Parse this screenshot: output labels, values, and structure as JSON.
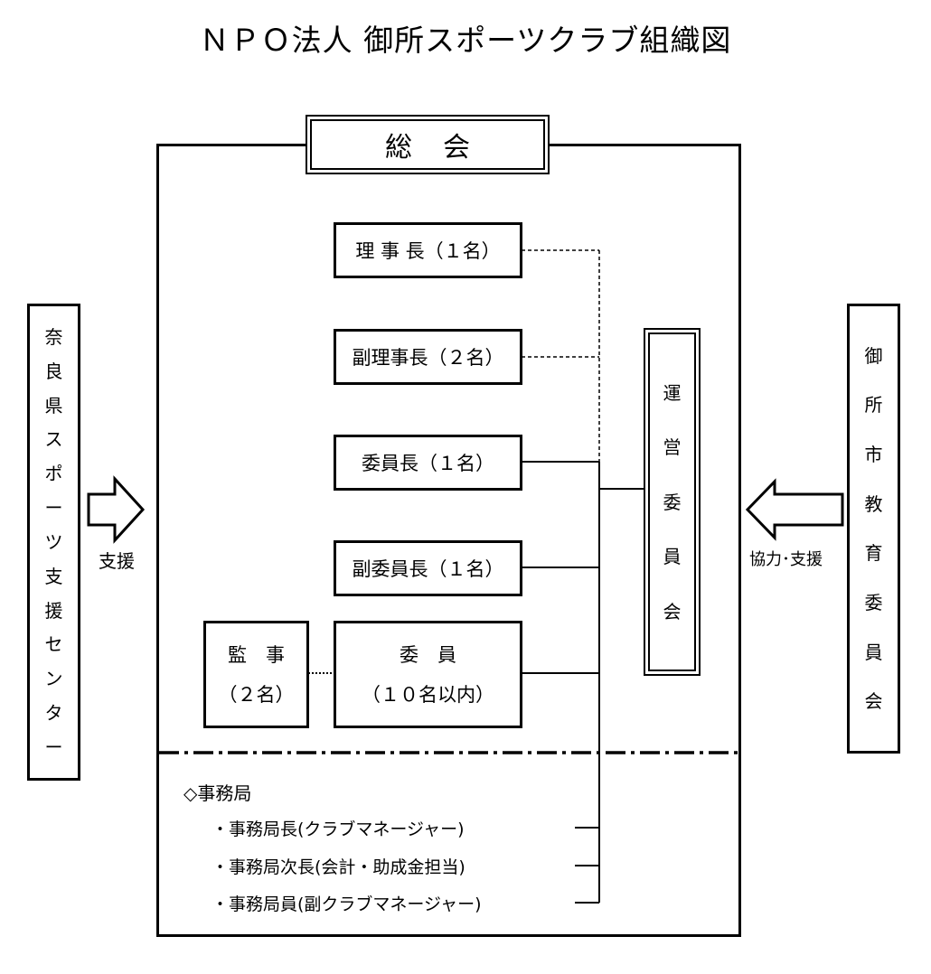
{
  "title": "ＮＰＯ法人 御所スポーツクラブ組織図",
  "general_meeting": "総会",
  "chairman": "理 事 長（１名）",
  "vice_chairman": "副理事長（２名）",
  "committee_chair": "委員長（１名）",
  "vice_committee_chair": "副委員長（１名）",
  "committee": {
    "line1": "委　員",
    "line2": "（１０名以内）"
  },
  "auditor": {
    "line1": "監　事",
    "line2": "（２名）"
  },
  "management_committee": [
    "運",
    "営",
    "委",
    "員",
    "会"
  ],
  "left_org": [
    "奈",
    "良",
    "県",
    "ス",
    "ポ",
    "ー",
    "ツ",
    "支",
    "援",
    "セ",
    "ン",
    "タ",
    "ー"
  ],
  "right_org": [
    "御",
    "所",
    "市",
    "教",
    "育",
    "委",
    "員",
    "会"
  ],
  "left_arrow_label": "支援",
  "right_arrow_label": "協力･支援",
  "secretariat": {
    "heading": "◇事務局",
    "items": [
      "・事務局長(クラブマネージャー)",
      "・事務局次長(会計・助成金担当)",
      "・事務局員(副クラブマネージャー)"
    ]
  }
}
